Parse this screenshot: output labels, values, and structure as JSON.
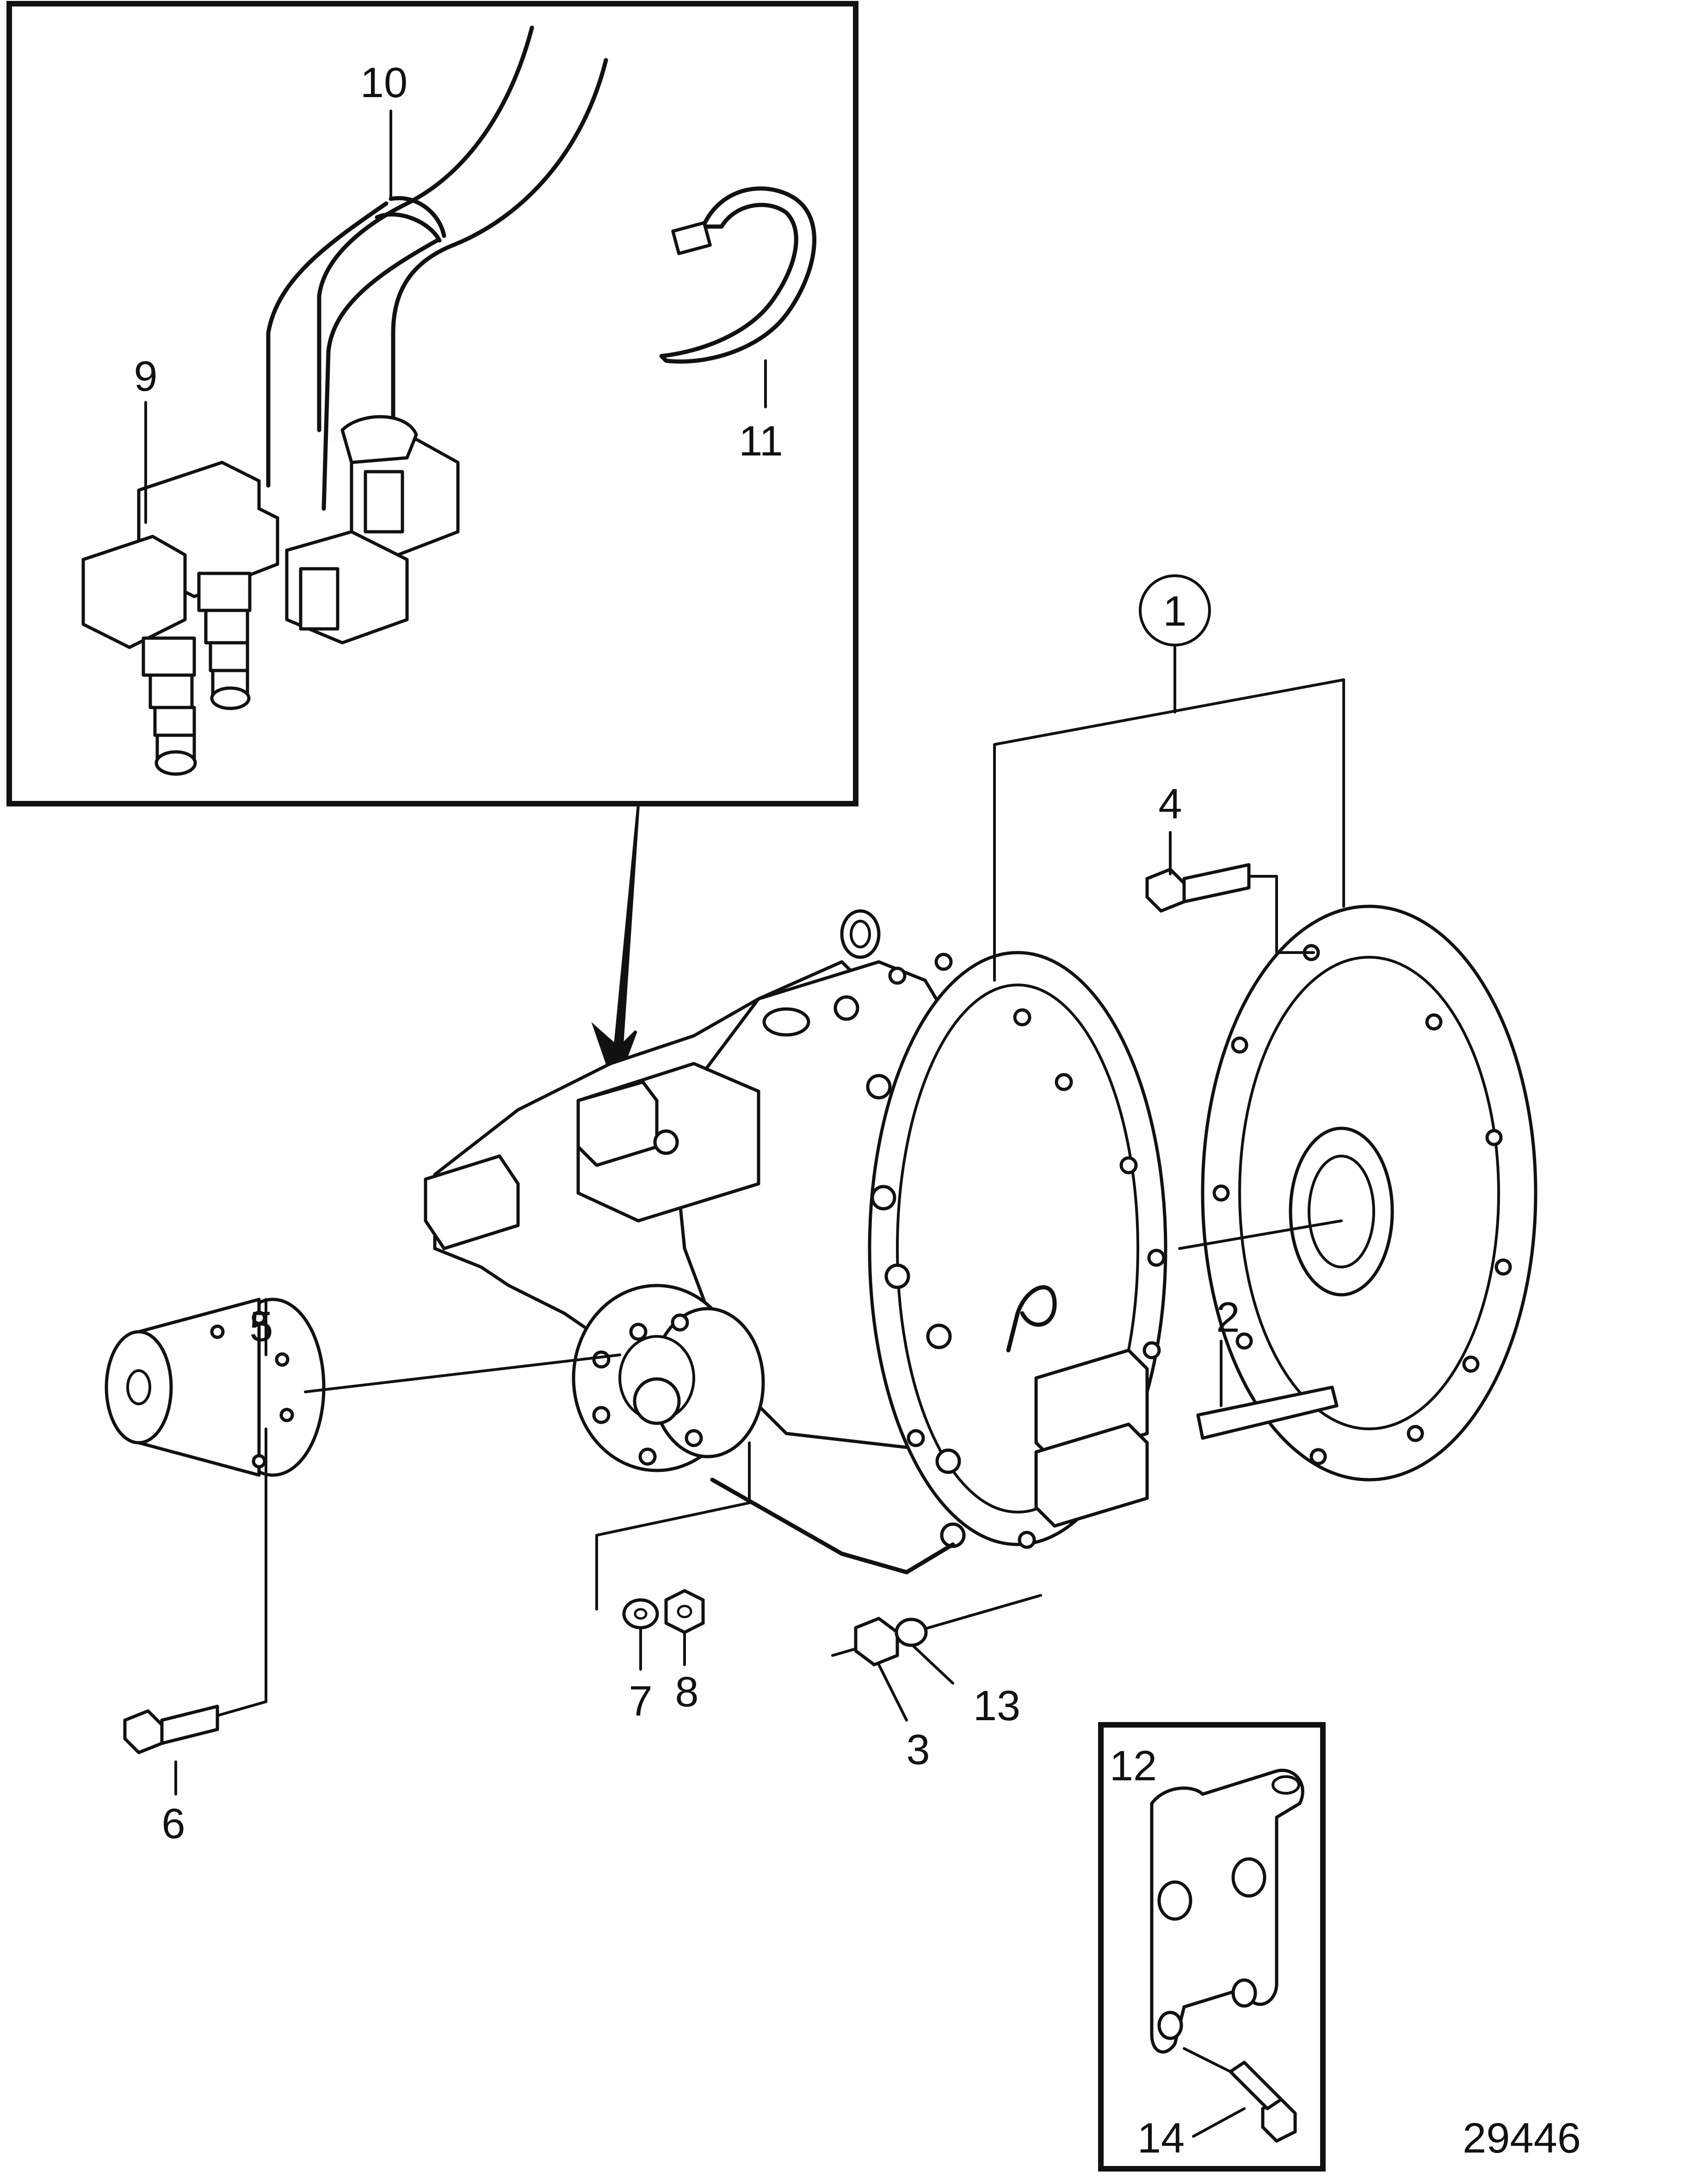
{
  "figure_number": "29446",
  "callouts": {
    "c1": "1",
    "c2": "2",
    "c3": "3",
    "c4": "4",
    "c5": "5",
    "c6": "6",
    "c7": "7",
    "c8": "8",
    "c9": "9",
    "c10": "10",
    "c11": "11",
    "c12": "12",
    "c13": "13",
    "c14": "14"
  }
}
